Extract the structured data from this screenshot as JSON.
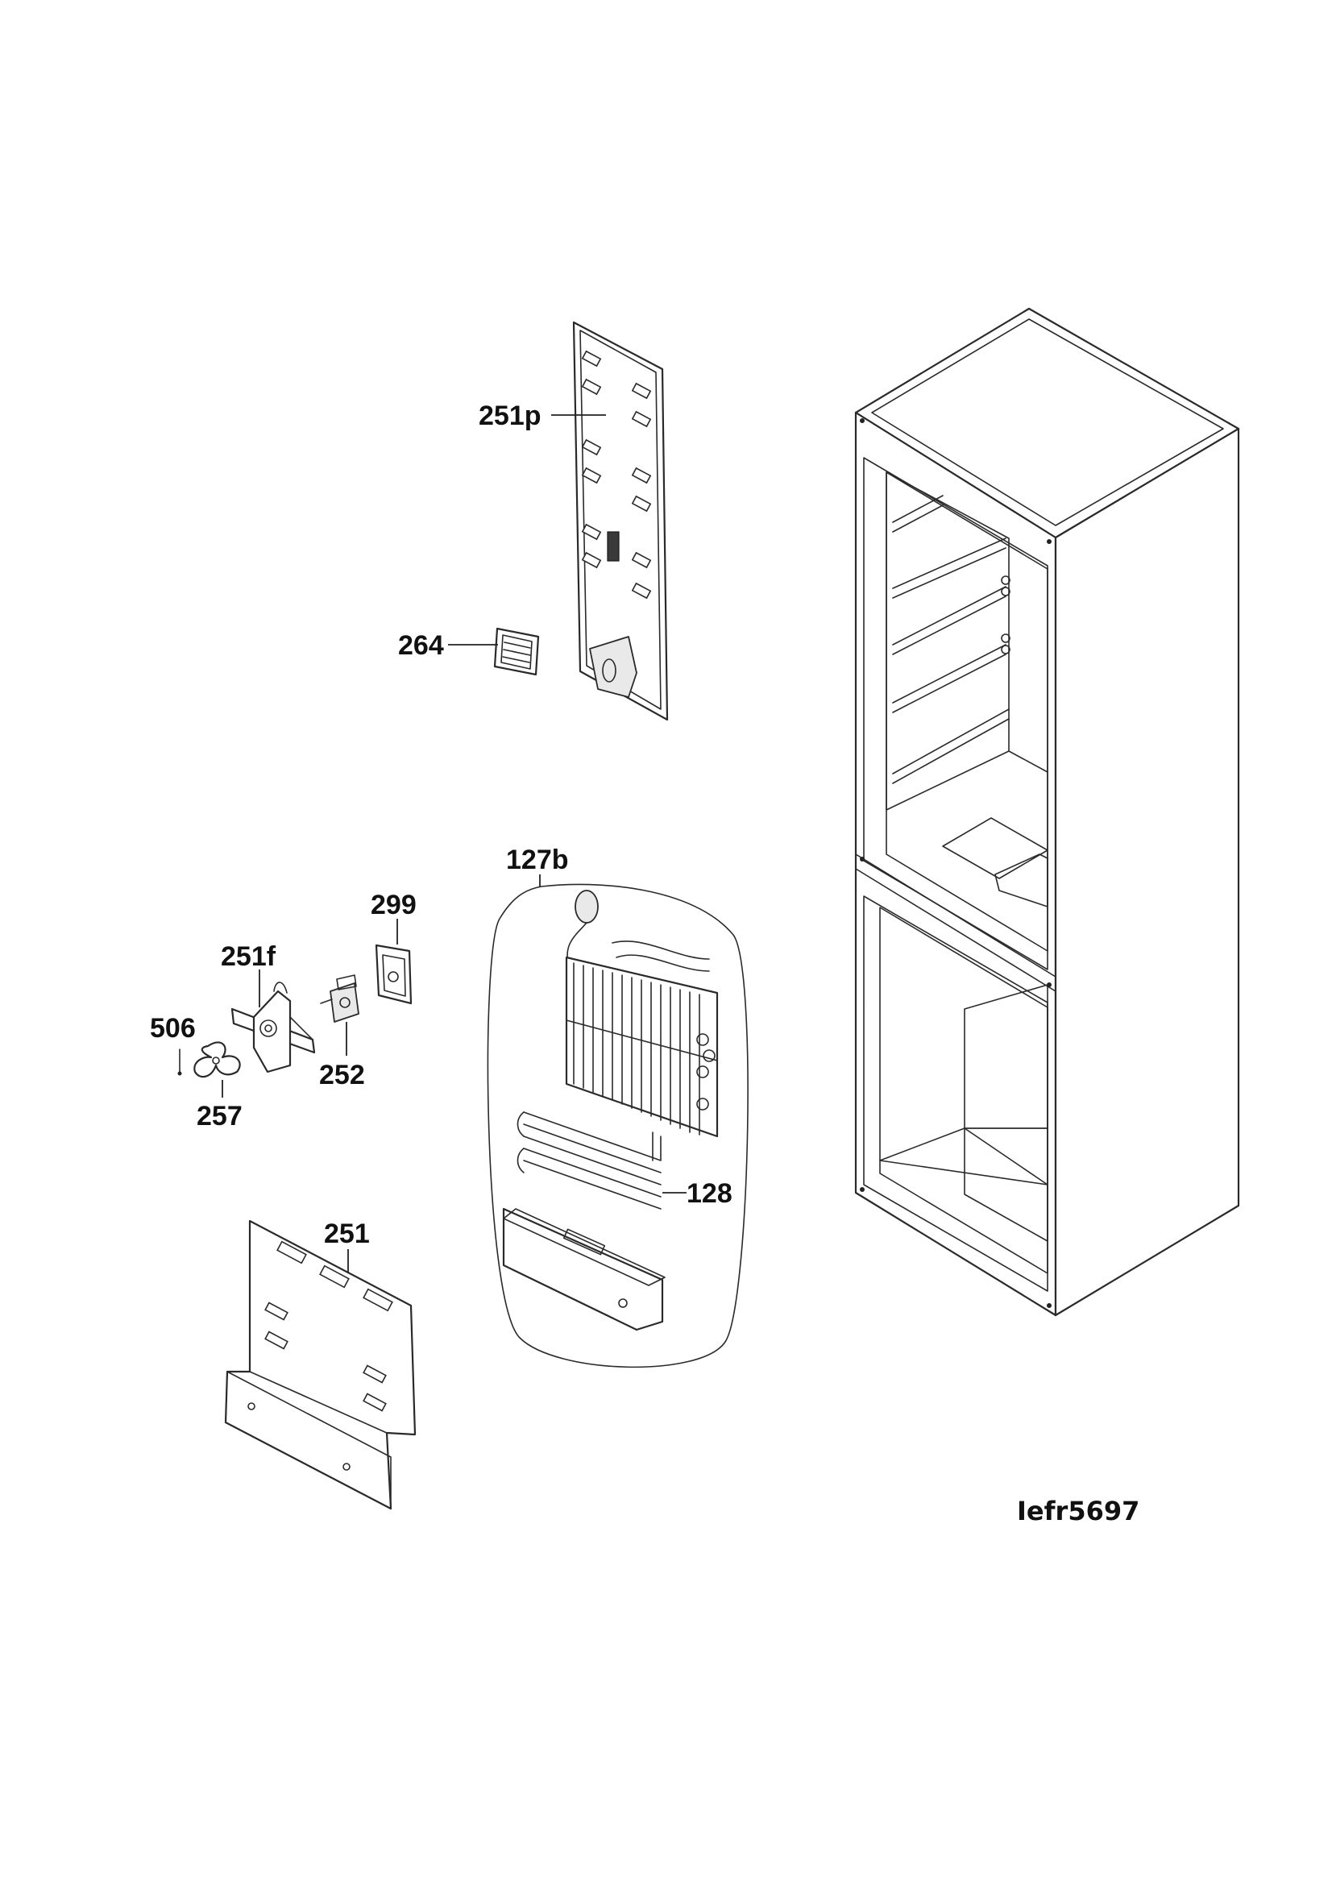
{
  "callouts": {
    "p251p": "251p",
    "p264": "264",
    "p127b": "127b",
    "p299": "299",
    "p251f": "251f",
    "p506": "506",
    "p252": "252",
    "p257": "257",
    "p128": "128",
    "p251": "251"
  },
  "diagram_code": "Iefr5697"
}
